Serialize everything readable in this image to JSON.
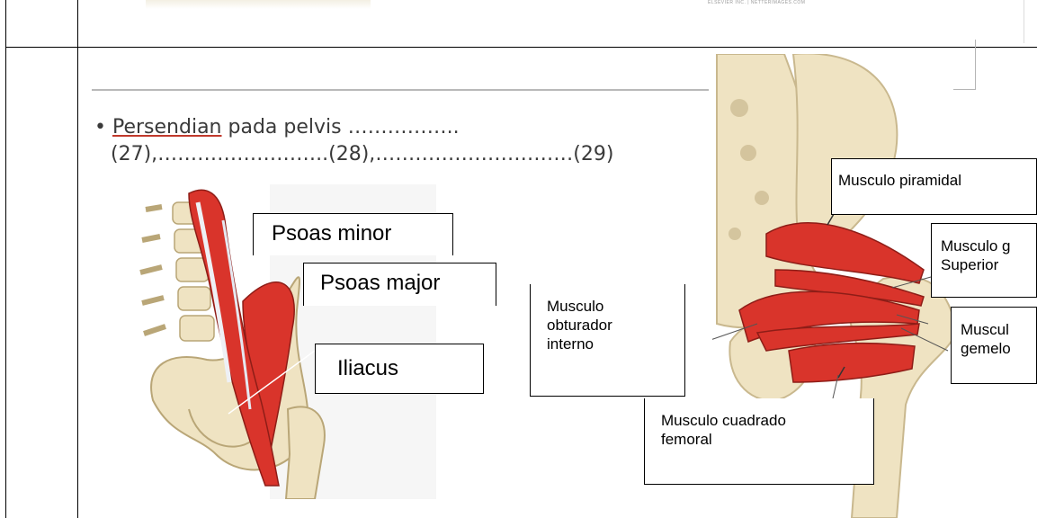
{
  "top_strip": {
    "watermark": "ELSEVIER INC. | NETTERIMAGES.COM"
  },
  "slide": {
    "bullet_line1_underlined": "Persendian",
    "bullet_line1_rest": " pada pelvis ……………..",
    "bullet_line2": "(27),……………………..(28),…………………………(29)"
  },
  "left_figure": {
    "labels": {
      "psoas_minor": "Psoas minor",
      "psoas_major": "Psoas major",
      "iliacus": "Iliacus"
    }
  },
  "right_figure": {
    "labels": {
      "piramidal": "Musculo piramidal",
      "gemelo_superior_line1": "Musculo g",
      "gemelo_superior_line2": "Superior",
      "obturador_line1": "Musculo",
      "obturador_line2": "obturador",
      "obturador_line3": "interno",
      "gemelo_inferior_line1": "Muscul",
      "gemelo_inferior_line2": "gemelo",
      "cuadrado_line1": "Musculo cuadrado",
      "cuadrado_line2": "femoral"
    }
  },
  "colors": {
    "muscle": "#d9342b",
    "bone": "#efe3c2",
    "bone_shadow": "#c9b88e",
    "tendon": "#eef0f5"
  }
}
